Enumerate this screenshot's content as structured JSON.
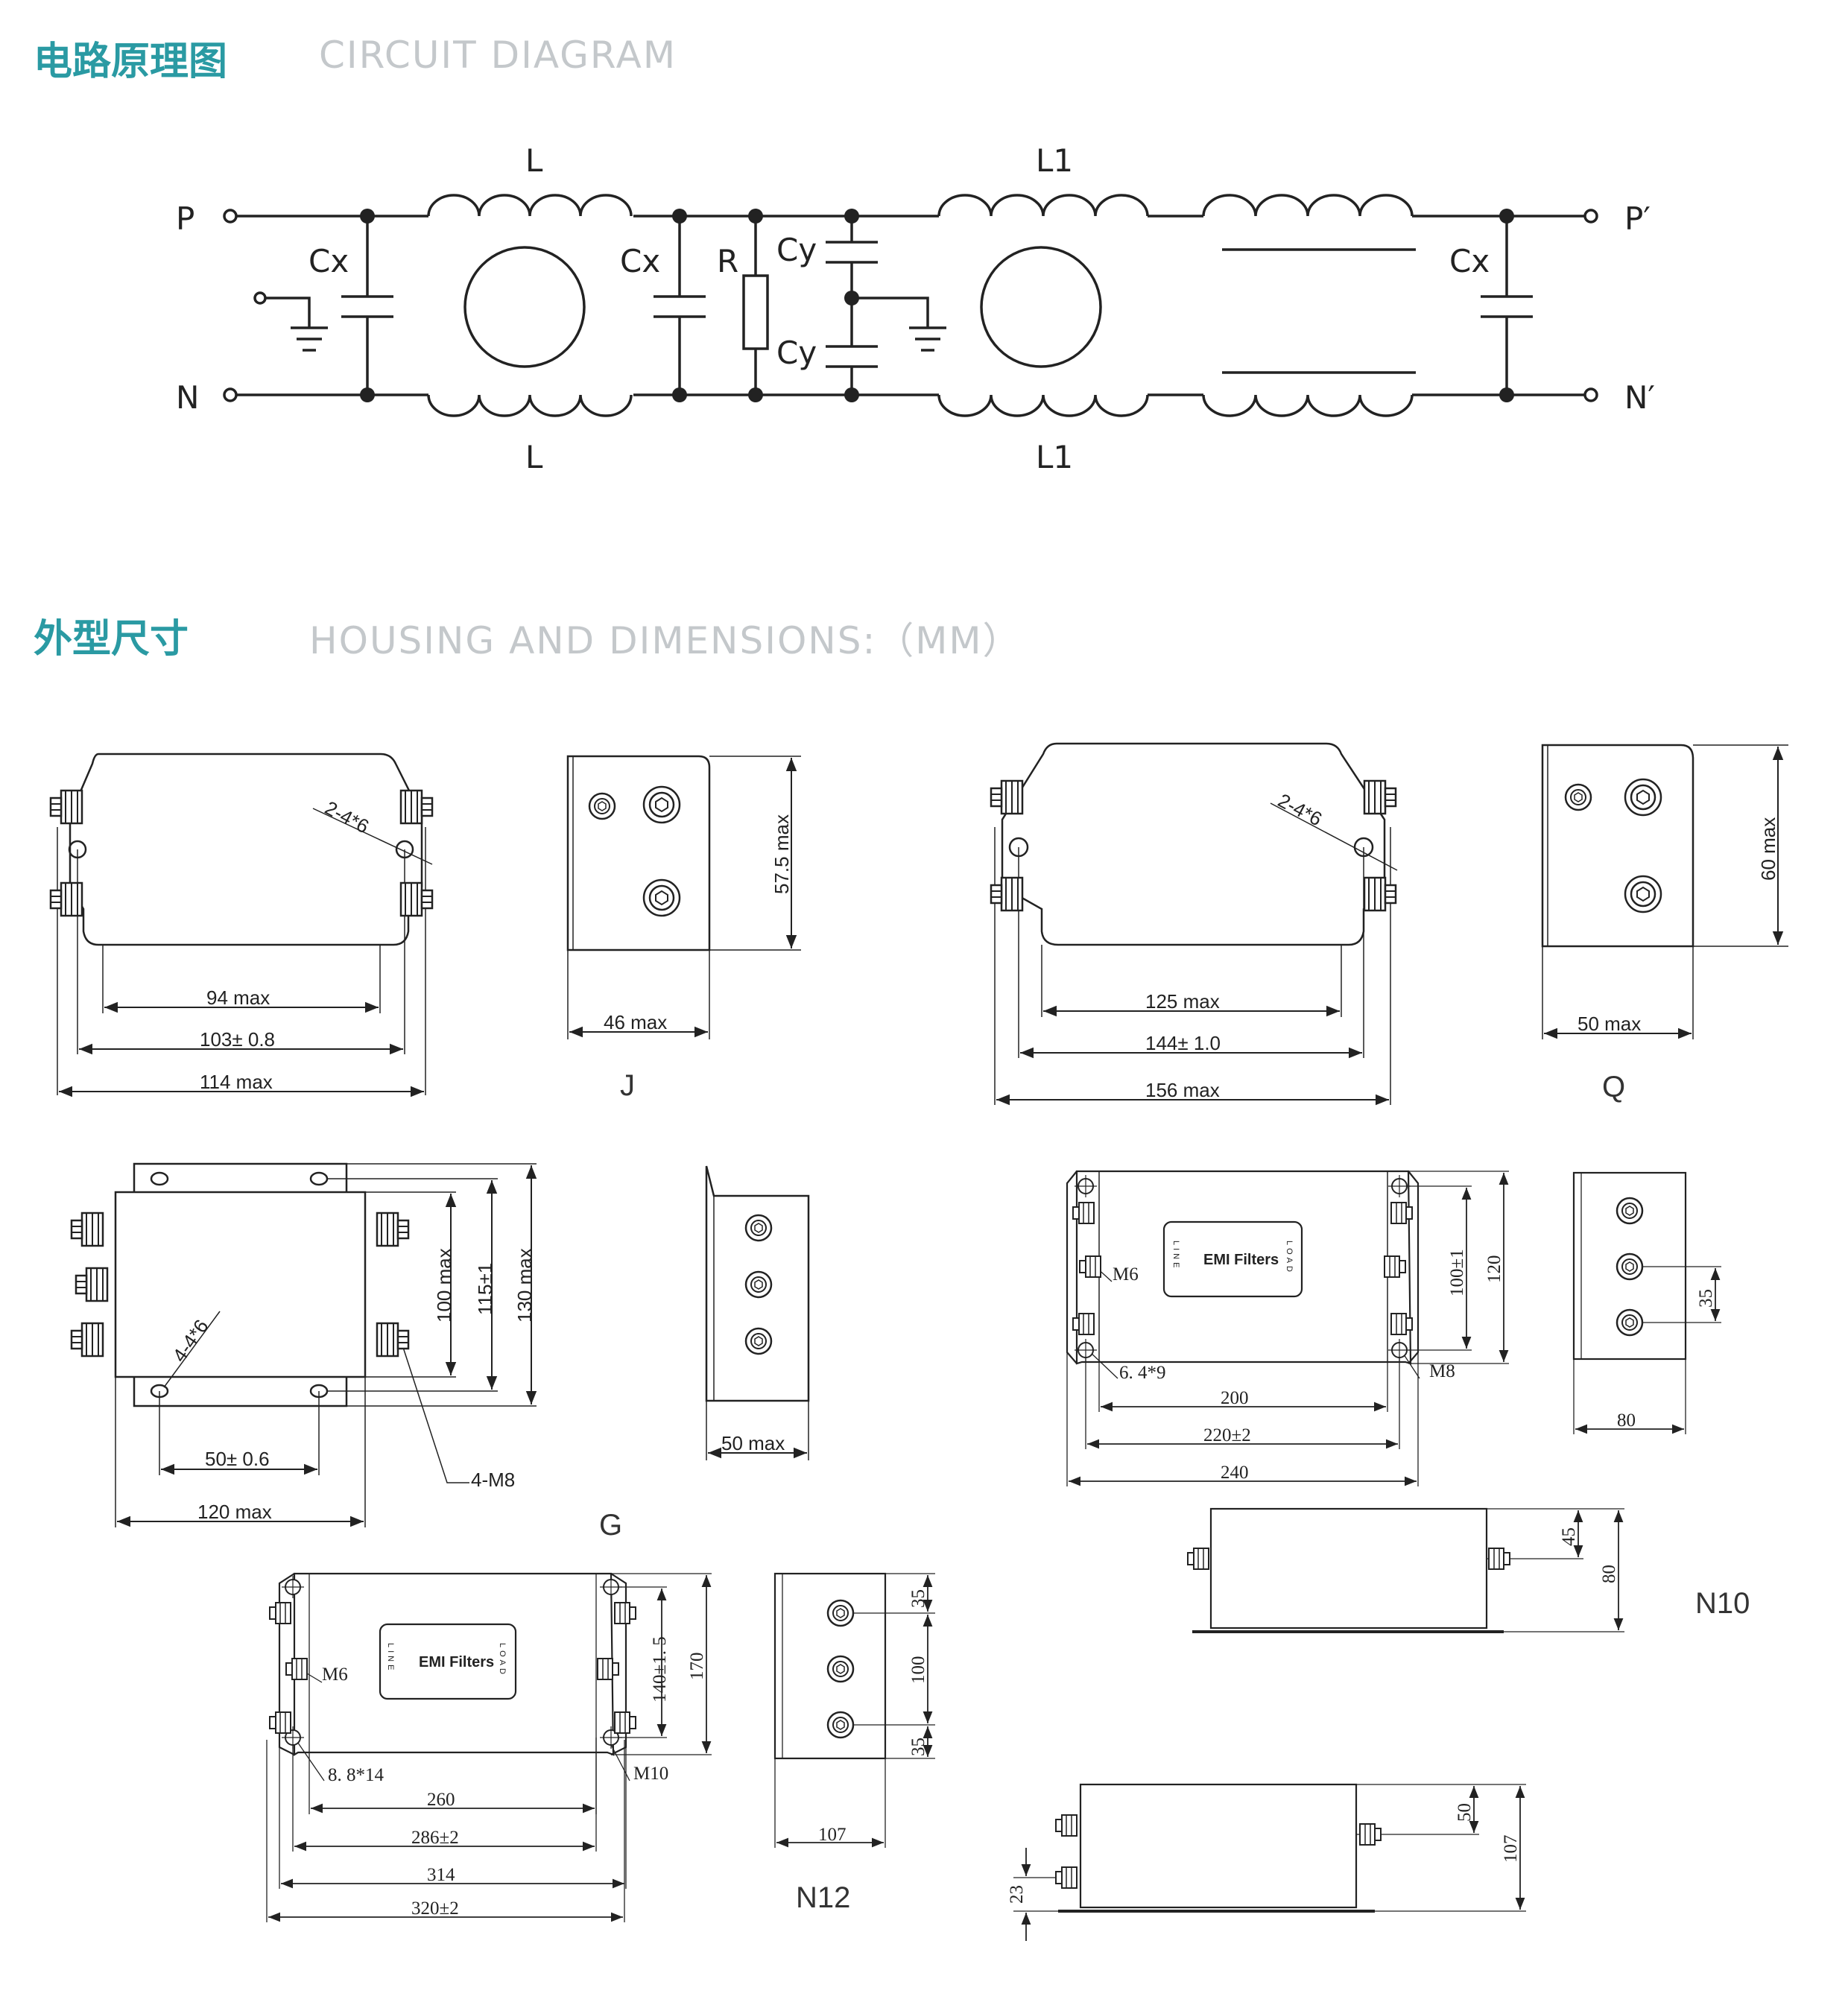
{
  "headers": {
    "circuit_cn": "电路原理图",
    "circuit_en": "CIRCUIT DIAGRAM",
    "housing_cn": "外型尺寸",
    "housing_en": "HOUSING AND DIMENSIONS:（MM）"
  },
  "circuit": {
    "terminals": {
      "p": "P",
      "n": "N",
      "p_out": "P′",
      "n_out": "N′"
    },
    "components": {
      "l": "L",
      "l1": "L1",
      "cx": "Cx",
      "r": "R",
      "cy": "Cy"
    }
  },
  "drawings": {
    "J": {
      "label": "J",
      "hole": "2-4*6",
      "d_body": "94 max",
      "d_holes": "103± 0.8",
      "d_total": "114 max",
      "d_height": "57.5 max",
      "d_depth": "46 max"
    },
    "Q": {
      "label": "Q",
      "hole": "2-4*6",
      "d_body": "125 max",
      "d_holes": "144± 1.0",
      "d_total": "156 max",
      "d_height": "60 max",
      "d_depth": "50 max"
    },
    "G": {
      "label": "G",
      "hole": "4-4*6",
      "d_inner": "100 max",
      "d_holes": "115±1",
      "d_total": "130 max",
      "d_bolt": "4-M8",
      "d_hspace": "50± 0.6",
      "d_width": "120 max",
      "d_depth": "50 max"
    },
    "N10": {
      "label": "N10",
      "plate": "EMI Filters",
      "line": "LINE",
      "load": "LOAD",
      "m_small": "M6",
      "m_big": "M8",
      "hole": "6. 4*9",
      "d_inner_v": "100±1",
      "d_total_v": "120",
      "d_inner_h": "200",
      "d_holes_h": "220±2",
      "d_total_h": "240",
      "d_term": "35",
      "d_side_w": "80",
      "d_front_h": "45",
      "d_front_total": "80"
    },
    "N12": {
      "label": "N12",
      "plate": "EMI Filters",
      "line": "LINE",
      "load": "LOAD",
      "m_small": "M6",
      "m_big": "M10",
      "hole": "8. 8*14",
      "d_inner_v": "140±1. 5",
      "d_total_v": "170",
      "d_inner_h": "260",
      "d_holes_h": "286±2",
      "d_body_h": "314",
      "d_total_h": "320±2",
      "d_term_top": "35",
      "d_term_mid": "100",
      "d_term_bot": "35",
      "d_side_w": "107",
      "d_front_h": "50",
      "d_front_total": "107",
      "d_stud": "23"
    }
  }
}
